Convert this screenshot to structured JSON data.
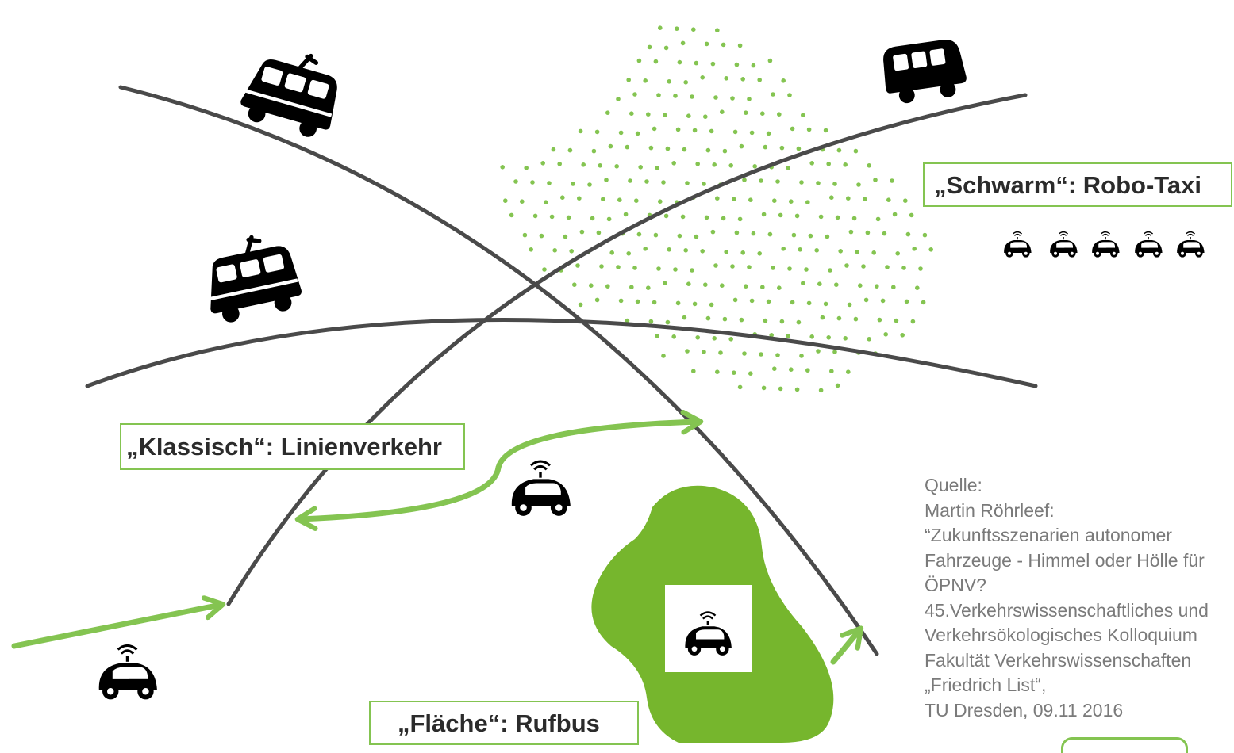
{
  "labels": {
    "klassisch": "„Klassisch“: Linienverkehr",
    "schwarm": "„Schwarm“: Robo-Taxi",
    "flaeche": "„Fläche“: Rufbus"
  },
  "source_lines": [
    "Quelle:",
    "Martin  Röhrleef:",
    "“Zukunftsszenarien autonomer",
    "Fahrzeuge - Himmel oder Hölle für",
    "ÖPNV?",
    "45.Verkehrswissenschaftliches und",
    "Verkehrsökologisches Kolloquium",
    "Fakultät Verkehrswissenschaften",
    "„Friedrich List“,",
    "TU Dresden, 09.11 2016"
  ],
  "colors": {
    "accent_green": "#84c451",
    "area_green": "#76b62d",
    "line_gray": "#4a4a4a",
    "vehicle_black": "#000000",
    "source_text": "#7a7a7a"
  },
  "icons": {
    "tram": "tram-icon",
    "minibus": "minibus-icon",
    "autonomous_car": "autonomous-car-icon"
  }
}
